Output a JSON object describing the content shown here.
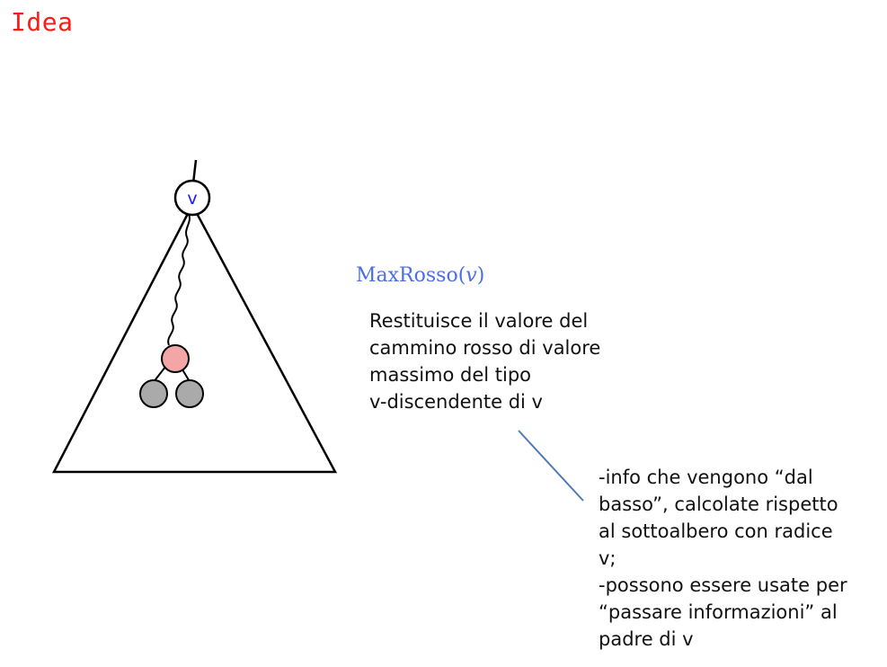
{
  "slide": {
    "title": "Idea",
    "node_label": "v",
    "function_name": "MaxRosso",
    "function_arg": "v",
    "description": "Restituisce il valore del\ncammino rosso di valore\nmassimo del tipo\nv-discendente di v",
    "note": "-info che vengono “dal\nbasso”, calcolate rispetto\nal sottoalbero con radice\nv;\n-possono essere usate per\n“passare informazioni” al\npadre di v"
  },
  "colors": {
    "title": "#ff1a1a",
    "root_label": "#1a1aff",
    "red_node": "#f4a6a6",
    "gray_node": "#aaaaaa",
    "function_text": "#4a6fe3",
    "connector_line": "#4f7ab5"
  }
}
